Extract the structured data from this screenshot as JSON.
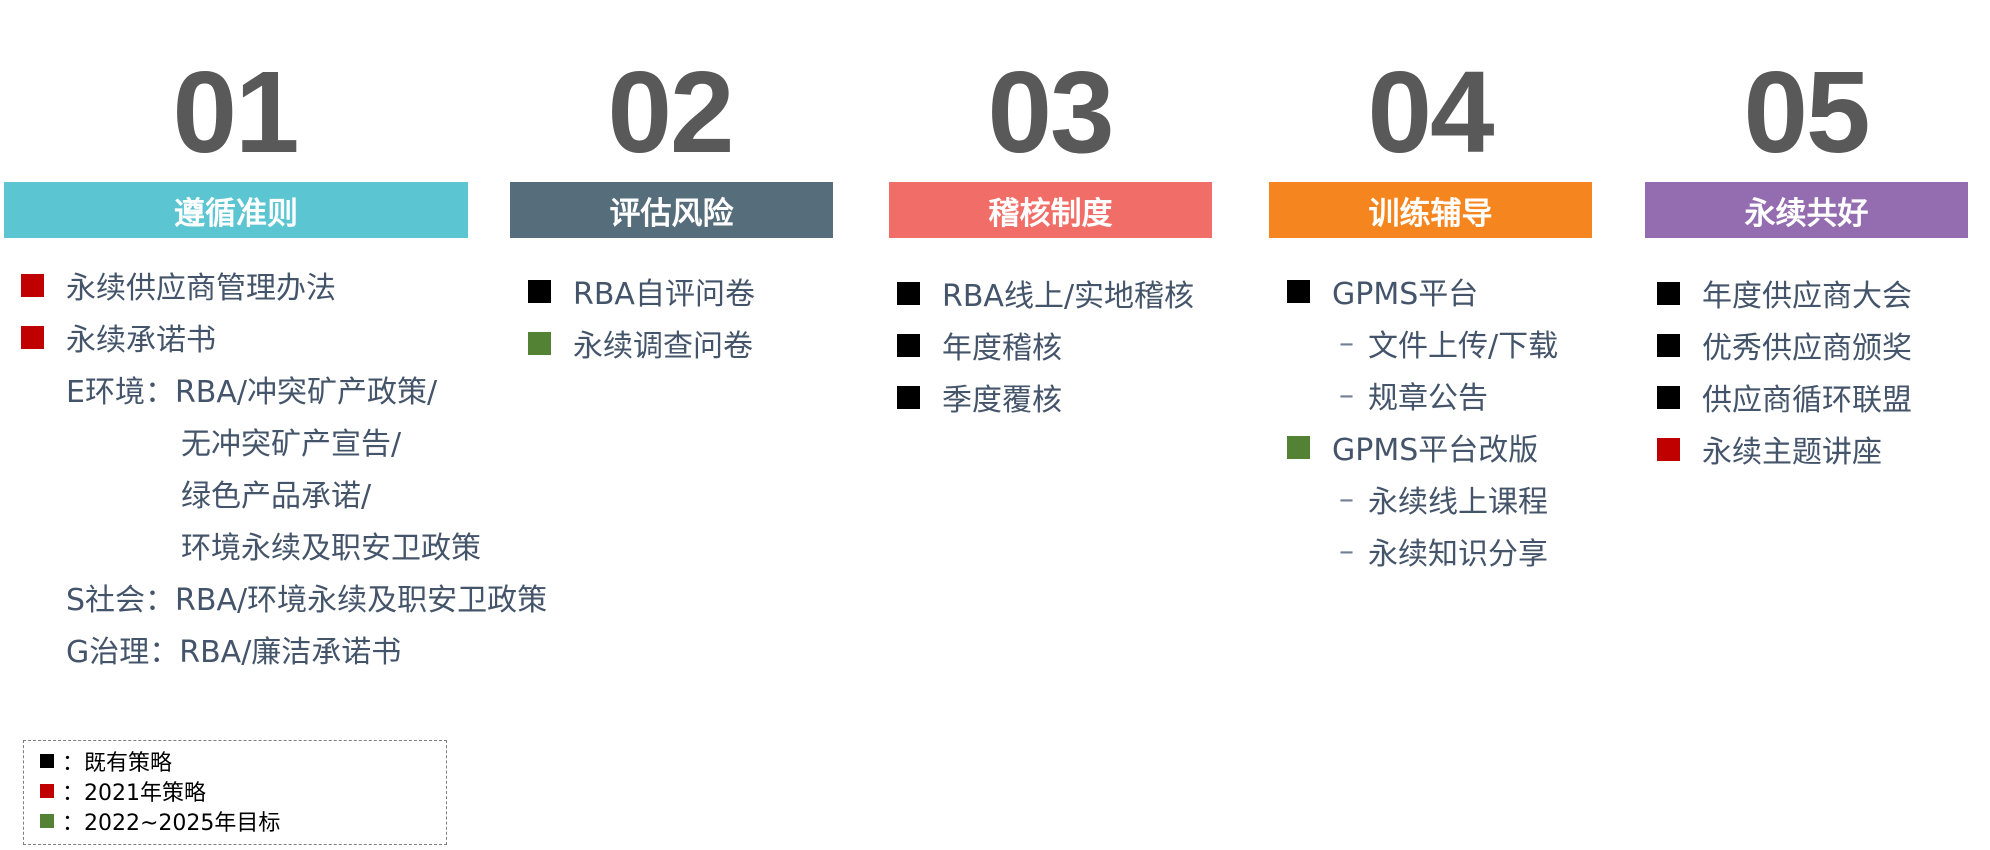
{
  "columns": [
    {
      "number": "01",
      "title": "遵循准则",
      "color": "#5bc5d2",
      "items": [
        {
          "marker": "red",
          "text": "永续供应商管理办法"
        },
        {
          "marker": "red",
          "text": "永续承诺书"
        },
        {
          "text": "E环境：RBA/冲突矿产政策/"
        },
        {
          "text": "无冲突矿产宣告/"
        },
        {
          "text": "绿色产品承诺/"
        },
        {
          "text": "环境永续及职安卫政策"
        },
        {
          "text": "S社会：RBA/环境永续及职安卫政策"
        },
        {
          "text": "G治理：RBA/廉洁承诺书"
        }
      ]
    },
    {
      "number": "02",
      "title": "评估风险",
      "color": "#566d7b",
      "items": [
        {
          "marker": "black",
          "text": "RBA自评问卷"
        },
        {
          "marker": "green",
          "text": "永续调查问卷"
        }
      ]
    },
    {
      "number": "03",
      "title": "稽核制度",
      "color": "#f06e67",
      "items": [
        {
          "marker": "black",
          "text": "RBA线上/实地稽核"
        },
        {
          "marker": "black",
          "text": "年度稽核"
        },
        {
          "marker": "black",
          "text": "季度覆核"
        }
      ]
    },
    {
      "number": "04",
      "title": "训练辅导",
      "color": "#f5861f",
      "items": [
        {
          "marker": "black",
          "text": "GPMS平台"
        },
        {
          "dash": "–",
          "text": "文件上传/下载"
        },
        {
          "dash": "–",
          "text": "规章公告"
        },
        {
          "marker": "green",
          "text": "GPMS平台改版"
        },
        {
          "dash": "–",
          "text": "永续线上课程"
        },
        {
          "dash": "–",
          "text": "永续知识分享"
        }
      ]
    },
    {
      "number": "05",
      "title": "永续共好",
      "color": "#946db0",
      "items": [
        {
          "marker": "black",
          "text": "年度供应商大会"
        },
        {
          "marker": "black",
          "text": "优秀供应商颁奖"
        },
        {
          "marker": "black",
          "text": "供应商循环联盟"
        },
        {
          "marker": "red",
          "text": "永续主题讲座"
        }
      ]
    }
  ],
  "legend": [
    {
      "marker": "black",
      "text": "：既有策略"
    },
    {
      "marker": "red",
      "text": "：2021年策略"
    },
    {
      "marker": "green",
      "text": "：2022~2025年目标"
    }
  ],
  "colors": {
    "black": "#000000",
    "red": "#c00000",
    "green": "#548235",
    "text": "#44546a",
    "number": "#595959"
  }
}
